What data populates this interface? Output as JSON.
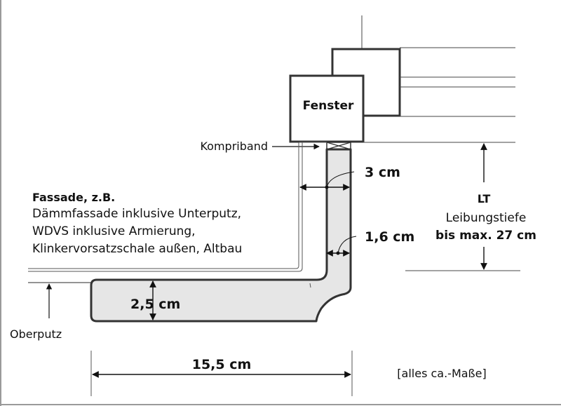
{
  "labels": {
    "fenster": "Fenster",
    "kompriband": "Kompriband",
    "fassade_title": "Fassade, z.B.",
    "fassade_line1": "Dämmfassade inklusive Unterputz,",
    "fassade_line2": "WDVS inklusive Armierung,",
    "fassade_line3": "Klinkervorsatzschale außen, Altbau",
    "dim_3cm": "3 cm",
    "dim_1_6cm": "1,6 cm",
    "dim_2_5cm": "2,5 cm",
    "dim_15_5cm": "15,5 cm",
    "lt": "LT",
    "leibungstiefe": "Leibungstiefe",
    "bis_max": "bis max. 27 cm",
    "oberputz": "Oberputz",
    "note": "[alles ca.-Maße]"
  },
  "colors": {
    "line": "#3a3a3a",
    "profile_fill": "#e6e6e6",
    "border": "#9a9a9a"
  }
}
